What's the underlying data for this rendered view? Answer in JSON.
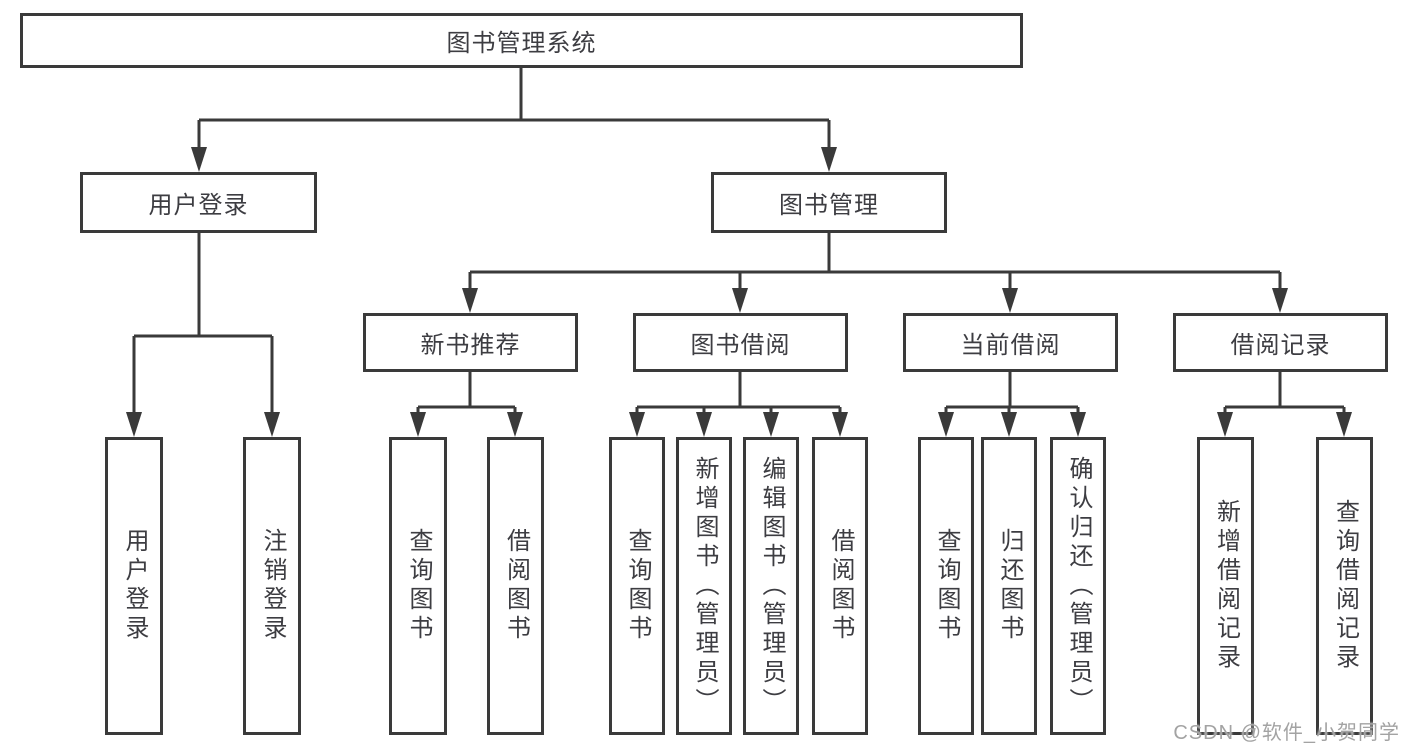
{
  "diagram": {
    "root": "图书管理系统",
    "level2": [
      "用户登录",
      "图书管理"
    ],
    "user_login_children": [
      "用户登录",
      "注销登录"
    ],
    "book_mgmt_children": [
      "新书推荐",
      "图书借阅",
      "当前借阅",
      "借阅记录"
    ],
    "new_book_children": [
      "查询图书",
      "借阅图书"
    ],
    "borrow_children": [
      "查询图书",
      "新增图书（管理员）",
      "编辑图书（管理员）",
      "借阅图书"
    ],
    "current_children": [
      "查询图书",
      "归还图书",
      "确认归还（管理员）"
    ],
    "record_children": [
      "新增借阅记录",
      "查询借阅记录"
    ]
  },
  "watermark": "CSDN @软件_小贺同学",
  "colors": {
    "line": "#3a3a3a",
    "text": "#3d3d42",
    "box_background": "#ffffff",
    "watermark": "#a3a3a3",
    "page_background": "#ffffff"
  }
}
